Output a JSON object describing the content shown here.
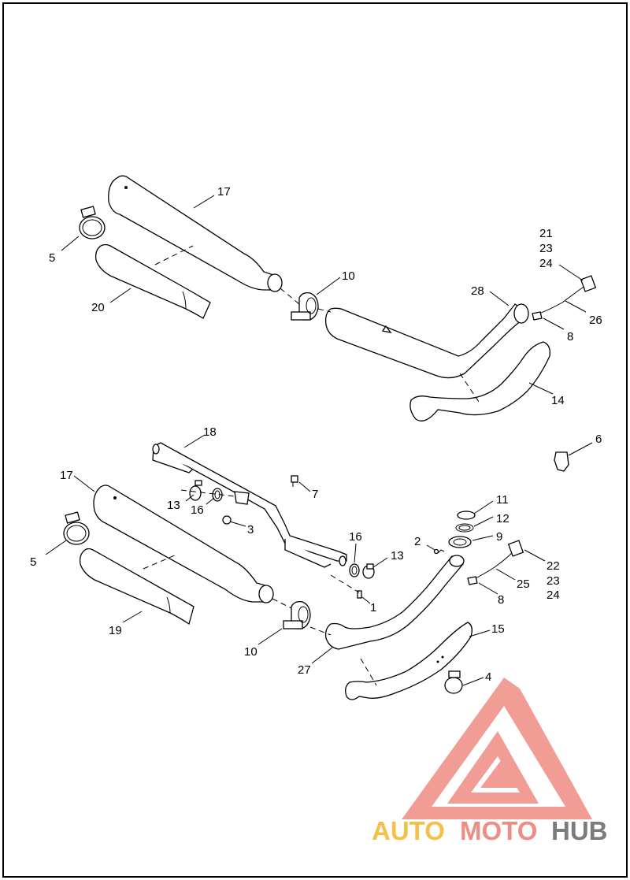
{
  "callouts": {
    "c1": "1",
    "c2": "2",
    "c3": "3",
    "c4": "4",
    "c5a": "5",
    "c5b": "5",
    "c6": "6",
    "c7": "7",
    "c8a": "8",
    "c8b": "8",
    "c9": "9",
    "c10a": "10",
    "c10b": "10",
    "c11": "11",
    "c12": "12",
    "c13a": "13",
    "c13b": "13",
    "c14": "14",
    "c15": "15",
    "c16a": "16",
    "c16b": "16",
    "c17a": "17",
    "c17b": "17",
    "c18": "18",
    "c19": "19",
    "c20": "20",
    "c21": "21",
    "c23a": "23",
    "c24a": "24",
    "c22": "22",
    "c23b": "23",
    "c24b": "24",
    "c25": "25",
    "c26": "26",
    "c27": "27",
    "c28": "28"
  },
  "watermark": {
    "part1": "AUTO",
    "part2": "MOTO",
    "part3": "HUB",
    "color_auto": "#f5c04a",
    "color_moto": "#ef8d84",
    "color_hub": "#7c7c7c",
    "logo_color": "#ef8d84"
  }
}
